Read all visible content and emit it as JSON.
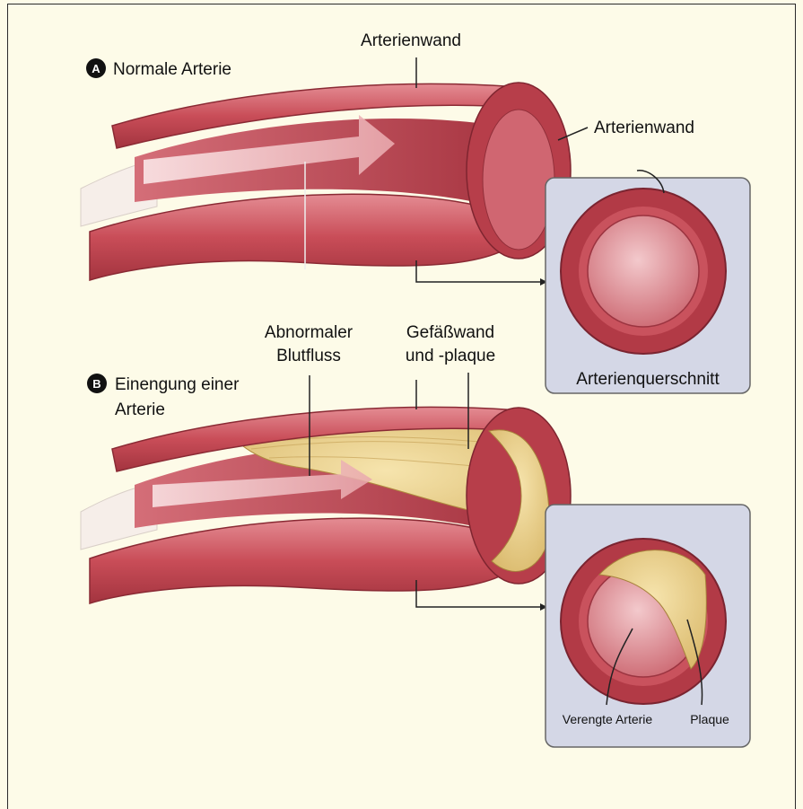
{
  "section_a": {
    "badge": "A",
    "title": "Normale Arterie",
    "label_wall_top": "Arterienwand",
    "label_wall_right": "Arterienwand",
    "label_cross_section": "Arterienquerschnitt"
  },
  "section_b": {
    "badge": "B",
    "title_line1": "Einengung einer",
    "title_line2": "Arterie",
    "label_flow_line1": "Abnormaler",
    "label_flow_line2": "Blutfluss",
    "label_wall_line1": "Gefäßwand",
    "label_wall_line2": "und -plaque",
    "label_narrowed": "Verengte Arterie",
    "label_plaque": "Plaque"
  },
  "colors": {
    "background": "#fdfbe8",
    "artery_red": "#c84a55",
    "artery_dark": "#9e2f3b",
    "artery_light": "#e6a3a8",
    "plaque": "#ecd48e",
    "panel": "#d4d7e6"
  }
}
